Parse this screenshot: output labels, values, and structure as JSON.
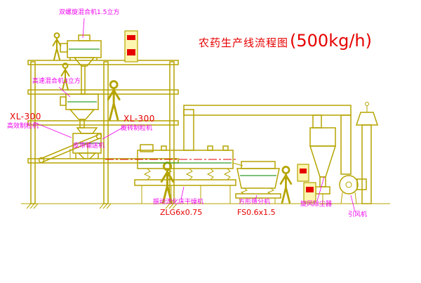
{
  "title": {
    "text": "农药生产线流程图",
    "capacity": "(500kg/h)"
  },
  "labels": {
    "top_mixer": "双螺旋混合机1.5立方",
    "high_speed_mixer": "高速混合机3立方",
    "granulator_left_model": "XL-300",
    "granulator_left_name": "高效制粒机",
    "granulator_center_model": "XL-300",
    "granulator_center_name": "旋转制粒机",
    "belt_conveyor": "皮带输送机",
    "dryer_name": "振动流化床干燥机",
    "dryer_model": "ZLG6x0.75",
    "sieve_name": "方形筛分机",
    "sieve_model": "FS0.6x1.5",
    "cyclone_name": "旋风除尘器",
    "fan_name": "引风机"
  },
  "colors": {
    "structure_yellow": "#b5a400",
    "accent_green": "#2f9e2f",
    "label_magenta": "#ee00ee",
    "label_red": "#e60000",
    "panel_fill": "#fdf6b0"
  }
}
